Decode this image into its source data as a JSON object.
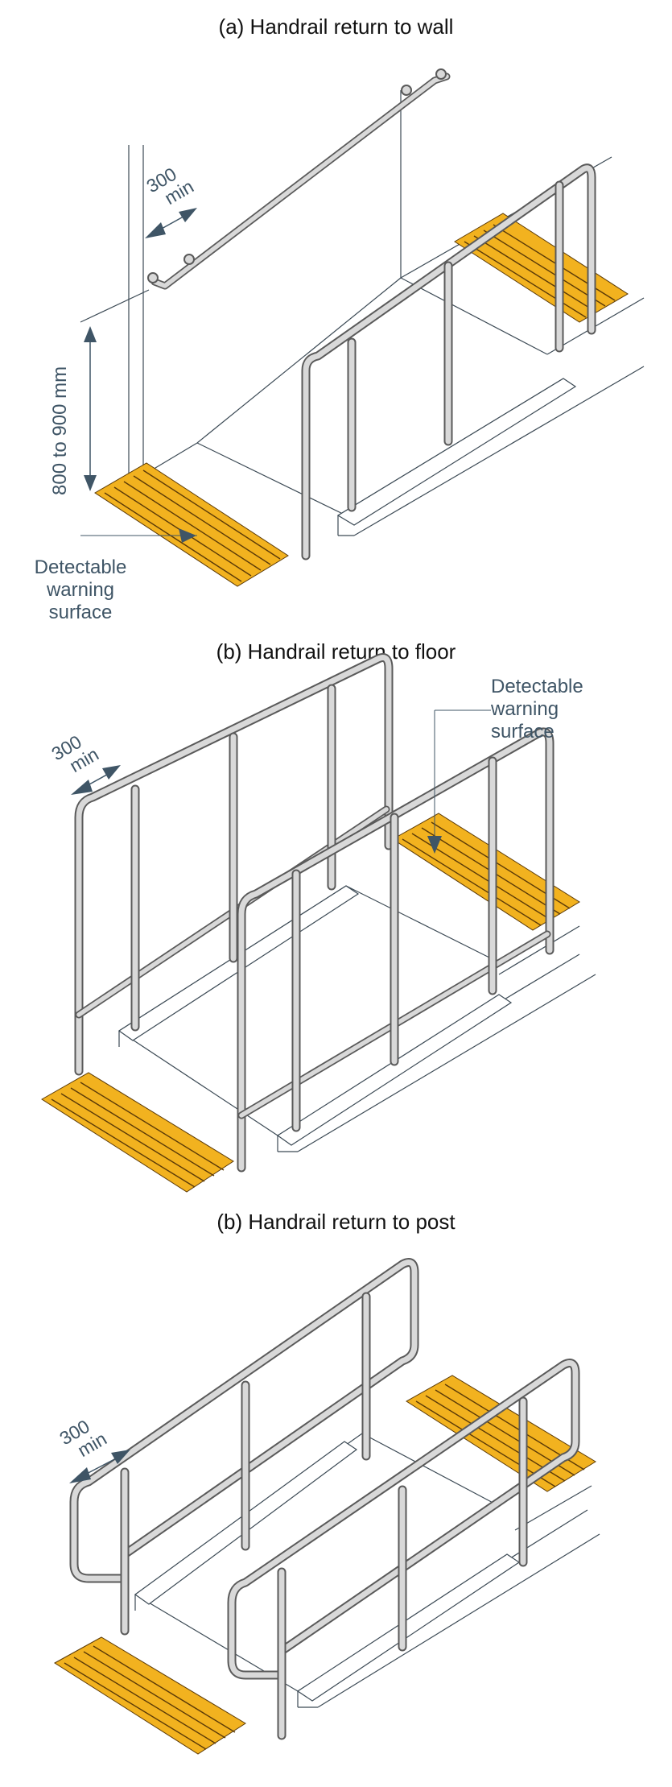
{
  "panels": [
    {
      "title": "(a) Handrail return to wall"
    },
    {
      "title": "(b) Handrail return to floor"
    },
    {
      "title": "(b) Handrail return to post"
    }
  ],
  "labels": {
    "clearance_value": "300",
    "clearance_unit": "min",
    "height_range": "800 to 900 mm",
    "warning_line1": "Detectable",
    "warning_line2": "warning",
    "warning_line3": "surface"
  },
  "colors": {
    "tactile": "#f2b21f",
    "tactile_stripe": "#5b3a07",
    "rail": "#d9d9d9",
    "rail_outline": "#5a5a5a",
    "line": "#3c4a55",
    "label": "#3f5566"
  }
}
